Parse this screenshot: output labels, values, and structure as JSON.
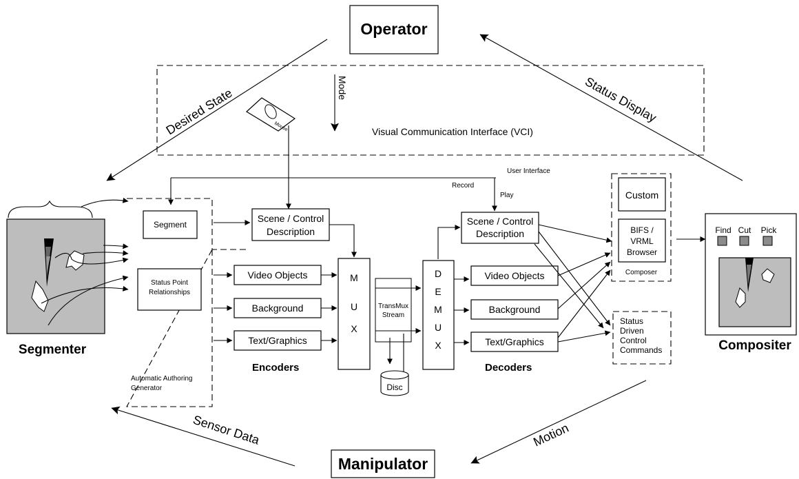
{
  "nodes": {
    "operator": "Operator",
    "manipulator": "Manipulator",
    "segmenter": "Segmenter",
    "compositer": "Compositer",
    "vci": "Visual Communication Interface (VCI)",
    "mode": "Mode",
    "mouse": "Mouse",
    "user_interface": "User Interface",
    "record": "Record",
    "play": "Play",
    "segment": "Segment",
    "status_point": [
      "Status Point",
      "Relationships"
    ],
    "aag": [
      "Automatic Authoring",
      "Generator"
    ],
    "enc_scene": [
      "Scene / Control",
      "Description"
    ],
    "enc_video": "Video Objects",
    "enc_background": "Background",
    "enc_text": "Text/Graphics",
    "encoders": "Encoders",
    "mux": [
      "M",
      "U",
      "X"
    ],
    "transmux": [
      "TransMux",
      "Stream"
    ],
    "disc": "Disc",
    "demux": [
      "D",
      "E",
      "M",
      "U",
      "X"
    ],
    "dec_scene": [
      "Scene / Control",
      "Description"
    ],
    "dec_video": "Video Objects",
    "dec_background": "Background",
    "dec_text": "Text/Graphics",
    "decoders": "Decoders",
    "custom": "Custom",
    "bifs": [
      "BIFS /",
      "VRML",
      "Browser"
    ],
    "composer": "Composer",
    "status_driven": [
      "Status",
      "Driven",
      "Control",
      "Commands"
    ],
    "find": "Find",
    "cut": "Cut",
    "pick": "Pick"
  },
  "edges": {
    "desired_state": "Desired State",
    "status_display": "Status Display",
    "sensor_data": "Sensor Data",
    "motion": "Motion"
  },
  "colors": {
    "panel_gray": "#bdbdbd",
    "button_gray": "#8c8c8c"
  }
}
